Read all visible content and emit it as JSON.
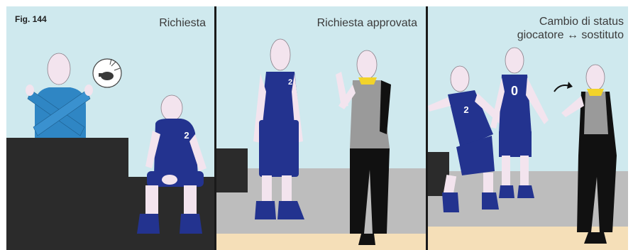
{
  "figure": {
    "label": "Fig. 144"
  },
  "panels": [
    {
      "caption": "Richiesta"
    },
    {
      "caption": "Richiesta approvata"
    },
    {
      "caption_line1": "Cambio di status",
      "caption_line2": "giocatore ↔ sostituto"
    }
  ],
  "jersey_numbers": {
    "sub_player": "2",
    "entering_player": "2",
    "leaving_player": "0"
  },
  "colors": {
    "sky": "#cfe9ee",
    "wall": "#bdbdbd",
    "floor": "#f5dfb8",
    "bench": "#2b2b2b",
    "player_blue": "#23338f",
    "official_blue": "#2f86c4",
    "skin": "#f3e4ee",
    "referee_shirt": "#9a9a9a",
    "referee_black": "#111111",
    "collar_yellow": "#f2d32a"
  },
  "icons": [
    "whistle-icon",
    "curved-arrow-icon",
    "next-panel-arrow-icon"
  ]
}
